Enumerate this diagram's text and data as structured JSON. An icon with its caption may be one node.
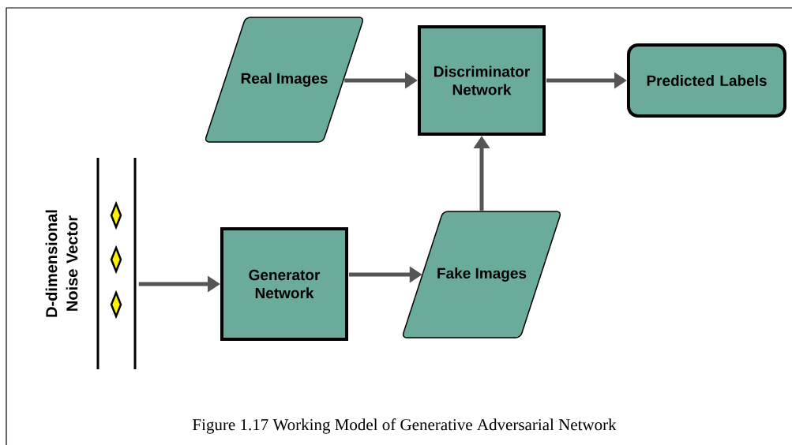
{
  "diagram": {
    "caption": "Figure 1.17 Working Model of Generative Adversarial Network",
    "nodes": [
      {
        "text": [
          "D-dimensional Noise Vector"
        ]
      },
      {
        "text": [
          "Real Images"
        ]
      },
      {
        "text": [
          "Discriminator Network"
        ]
      },
      {
        "text": [
          "Predicted Labels"
        ]
      },
      {
        "text": [
          "Generator Network"
        ]
      },
      {
        "text": [
          "Fake Images"
        ]
      }
    ],
    "edges": [
      {
        "from": 0,
        "to": 4,
        "arrow": "to"
      },
      {
        "from": 4,
        "to": 5,
        "arrow": "to"
      },
      {
        "from": 5,
        "to": 2,
        "arrow": "to"
      },
      {
        "from": 1,
        "to": 2,
        "arrow": "to"
      },
      {
        "from": 2,
        "to": 3,
        "arrow": "to"
      }
    ]
  }
}
